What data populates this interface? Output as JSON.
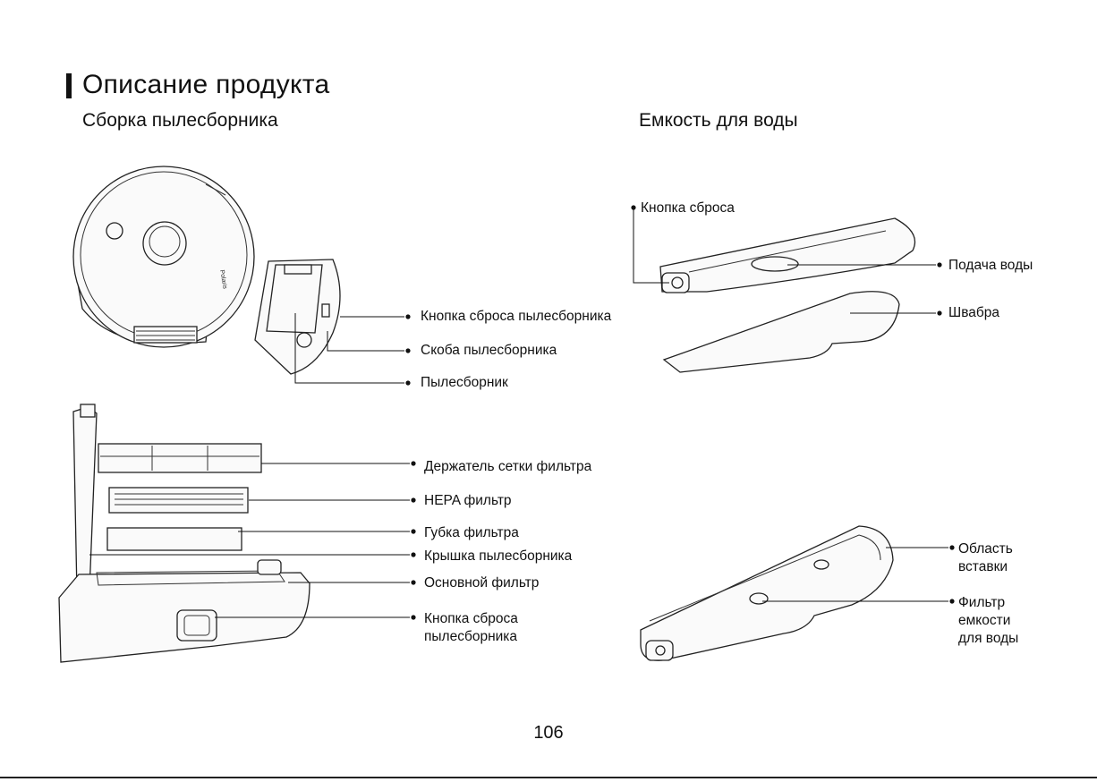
{
  "page": {
    "title": "Описание продукта",
    "number": "106"
  },
  "dust_bin_section": {
    "title": "Сборка пылесборника",
    "labels": {
      "reset_button": "Кнопка сброса пылесборника",
      "bin_clip": "Скоба пылесборника",
      "dust_bin": "Пылесборник",
      "filter_holder": "Держатель сетки фильтра",
      "hepa_filter": "HEPA фильтр",
      "filter_sponge": "Губка фильтра",
      "bin_cover": "Крышка пылесборника",
      "main_filter": "Основной фильтр",
      "reset_button_2_line1": "Кнопка сброса",
      "reset_button_2_line2": "пылесборника"
    },
    "robot_brand": "Polaris"
  },
  "water_tank_section": {
    "title": "Емкость для воды",
    "labels": {
      "reset_button": "Кнопка сброса",
      "water_supply": "Подача воды",
      "mop": "Швабра",
      "insert_area_line1": "Область",
      "insert_area_line2": "вставки",
      "tank_filter_line1": "Фильтр",
      "tank_filter_line2": "емкости",
      "tank_filter_line3": "для воды"
    }
  }
}
